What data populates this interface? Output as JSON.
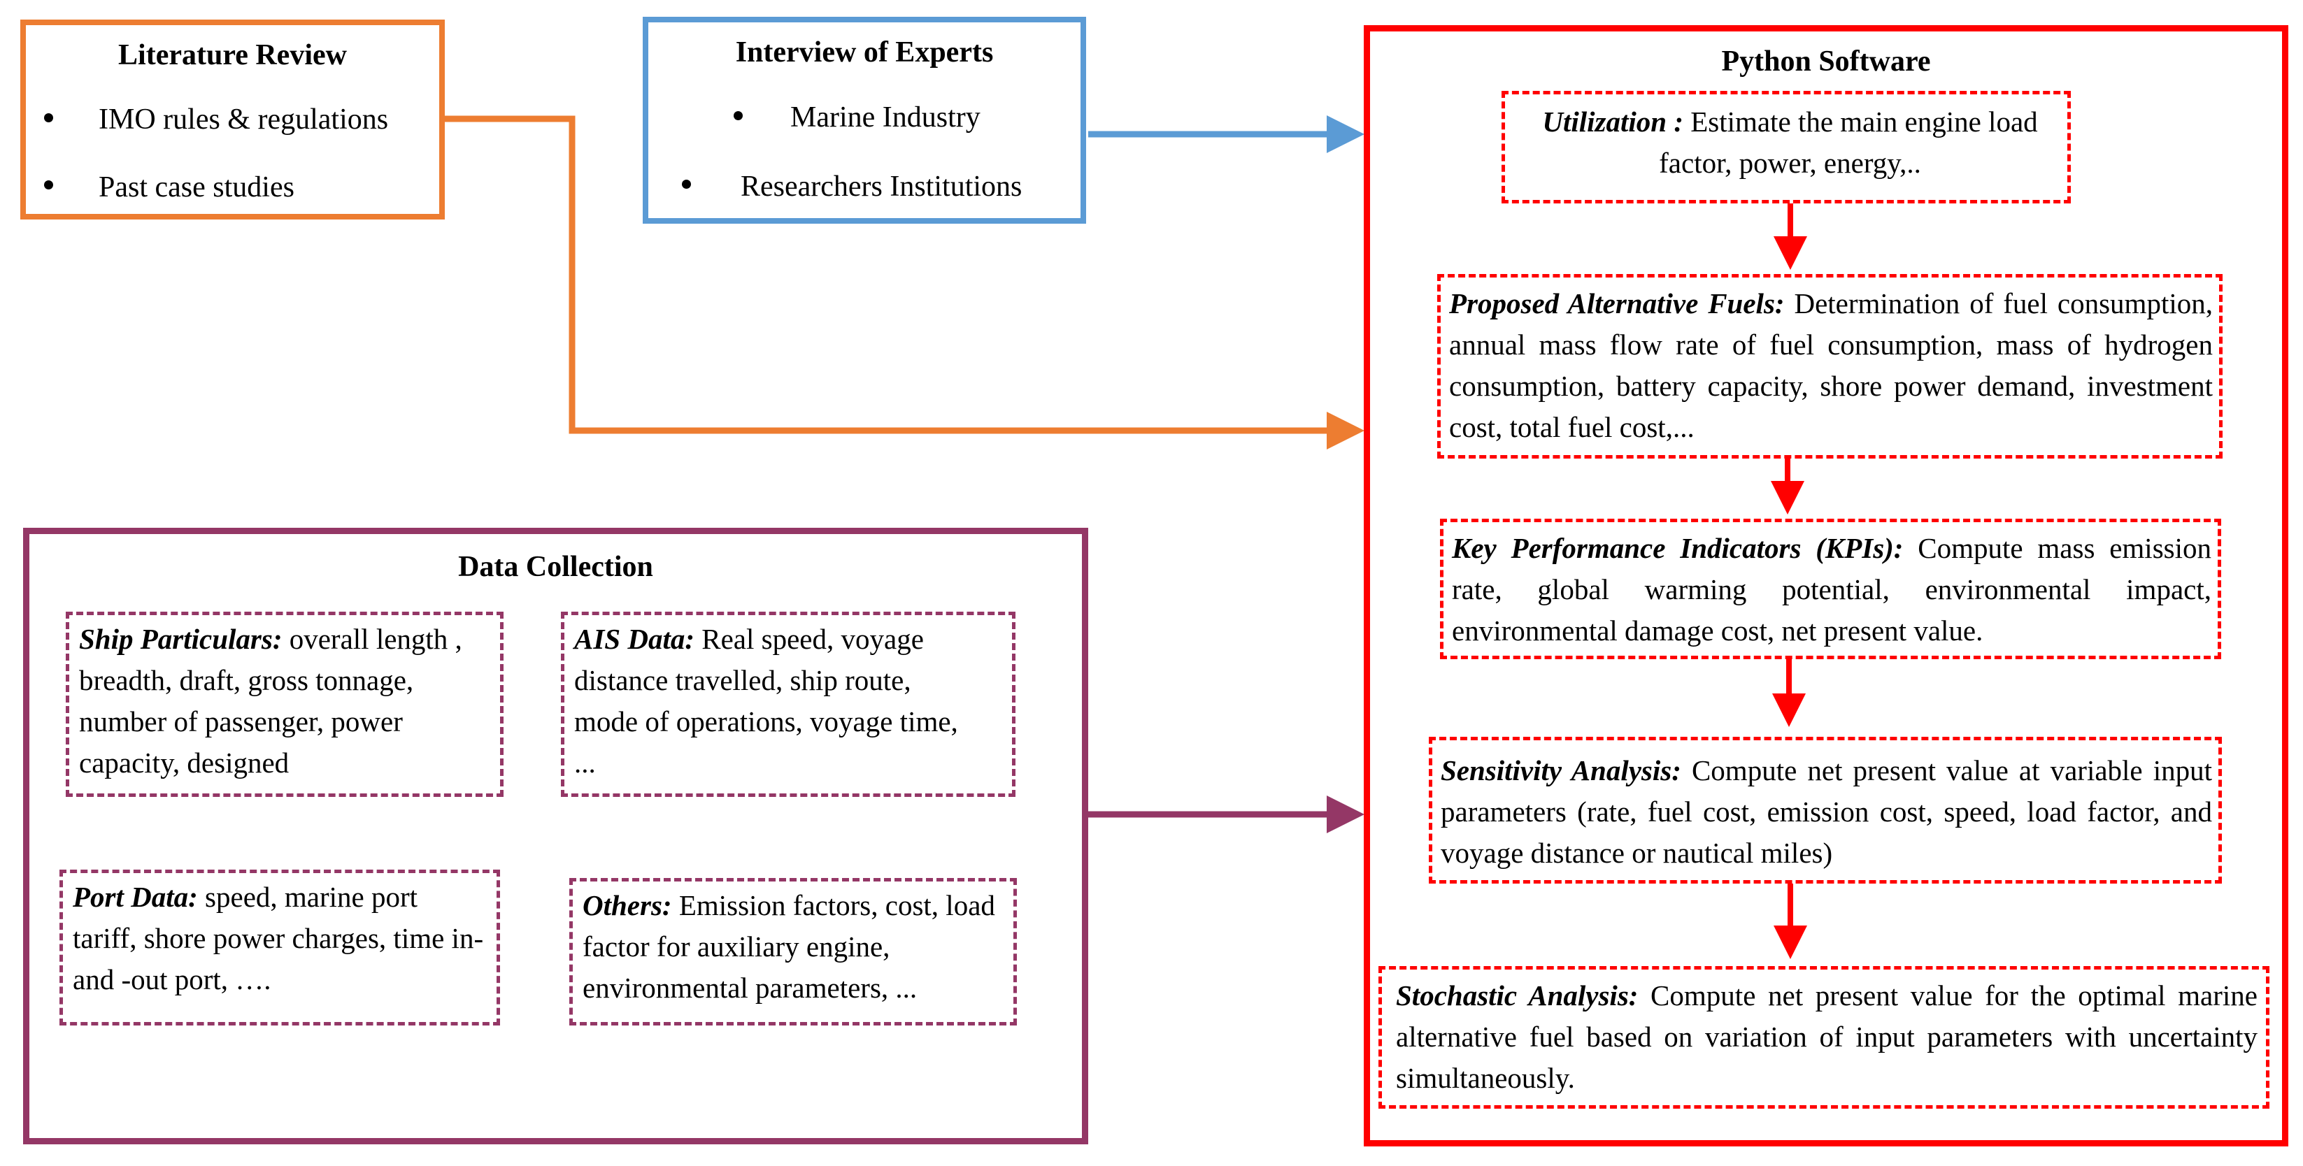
{
  "literature_review": {
    "title": "Literature Review",
    "items": [
      "IMO rules & regulations",
      "Past case studies"
    ]
  },
  "interview_of_experts": {
    "title": "Interview of Experts",
    "items": [
      "Marine Industry",
      "Researchers Institutions"
    ]
  },
  "data_collection": {
    "title": "Data Collection",
    "ship_particulars": {
      "label": "Ship Particulars:",
      "text": " overall length , breadth, draft, gross tonnage, number of passenger, power capacity, designed"
    },
    "ais_data": {
      "label": "AIS Data:",
      "text": " Real speed, voyage distance travelled, ship route, mode of operations, voyage time, ..."
    },
    "port_data": {
      "label": "Port Data:",
      "text": "  speed, marine port tariff, shore power charges, time in- and -out port, …."
    },
    "others": {
      "label": "Others:",
      "text": " Emission factors, cost, load factor for auxiliary engine, environmental parameters, ..."
    }
  },
  "python_software": {
    "title": "Python Software",
    "utilization": {
      "label": "Utilization :",
      "text": "  Estimate the main engine load factor, power, energy,.."
    },
    "alternative_fuels": {
      "label": "Proposed  Alternative Fuels:",
      "text": " Determination of  fuel consumption, annual mass flow rate of fuel consumption, mass of hydrogen consumption, battery capacity, shore power demand, investment cost, total fuel cost,..."
    },
    "kpis": {
      "label": "Key Performance Indicators (KPIs):",
      "text": " Compute mass emission rate, global warming potential, environmental impact, environmental damage cost, net present value."
    },
    "sensitivity": {
      "label": "Sensitivity Analysis:",
      "text": " Compute net present value at variable input parameters (rate, fuel cost, emission cost, speed, load factor, and voyage distance or nautical miles)"
    },
    "stochastic": {
      "label": "Stochastic Analysis:",
      "text": " Compute net present value for the  optimal marine alternative fuel based on variation of input parameters with uncertainty simultaneously."
    }
  },
  "colors": {
    "literature": "#ED7D31",
    "interview": "#5B9BD5",
    "python": "#FF0000",
    "data_collection": "#943766"
  }
}
